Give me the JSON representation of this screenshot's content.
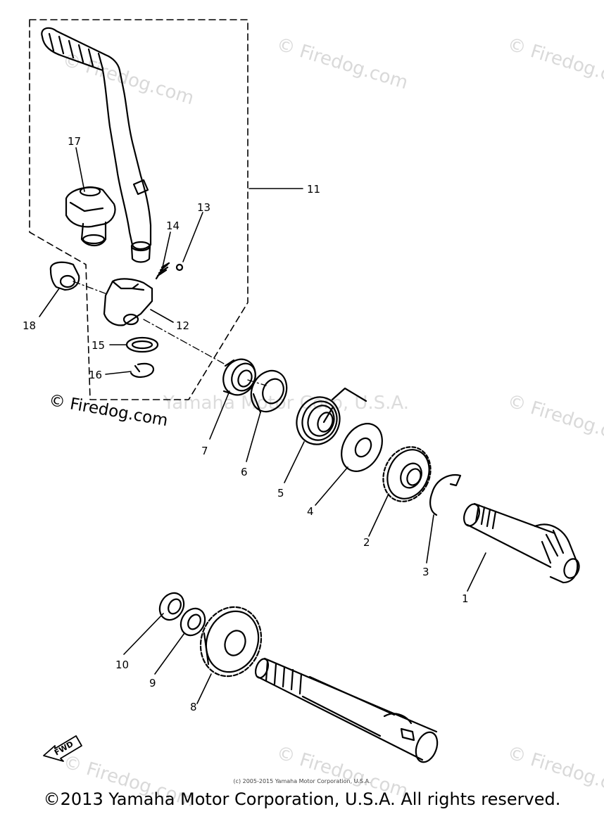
{
  "callouts": [
    {
      "id": "1",
      "text": "1"
    },
    {
      "id": "2",
      "text": "2"
    },
    {
      "id": "3",
      "text": "3"
    },
    {
      "id": "4",
      "text": "4"
    },
    {
      "id": "5",
      "text": "5"
    },
    {
      "id": "6",
      "text": "6"
    },
    {
      "id": "7",
      "text": "7"
    },
    {
      "id": "8",
      "text": "8"
    },
    {
      "id": "9",
      "text": "9"
    },
    {
      "id": "10",
      "text": "10"
    },
    {
      "id": "11",
      "text": "11"
    },
    {
      "id": "12",
      "text": "12"
    },
    {
      "id": "13",
      "text": "13"
    },
    {
      "id": "14",
      "text": "14"
    },
    {
      "id": "15",
      "text": "15"
    },
    {
      "id": "16",
      "text": "16"
    },
    {
      "id": "17",
      "text": "17"
    },
    {
      "id": "18",
      "text": "18"
    }
  ],
  "fwd_label": "FWD",
  "watermark_center": "Yamaha Motor Corp, U.S.A.",
  "watermark_firedog": "© Firedog.com",
  "firedog_main": "© Firedog.com",
  "copyright_small": "(c) 2005-2015 Yamaha Motor Corporation, U.S.A.",
  "copyright_main": "©2013 Yamaha Motor Corporation, U.S.A. All rights reserved.",
  "colors": {
    "line": "#000000",
    "watermark": "#d9d9d9",
    "background": "#ffffff"
  }
}
